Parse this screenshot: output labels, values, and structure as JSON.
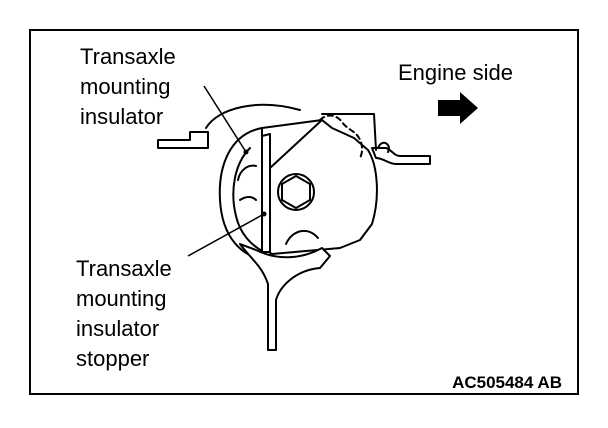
{
  "labels": {
    "insulator": [
      "Transaxle",
      "mounting",
      "insulator"
    ],
    "engine_side": "Engine side",
    "stopper": [
      "Transaxle",
      "mounting",
      "insulator",
      "stopper"
    ]
  },
  "figure_code": "AC505484 AB",
  "icons": {
    "direction": "arrow-right-icon"
  }
}
